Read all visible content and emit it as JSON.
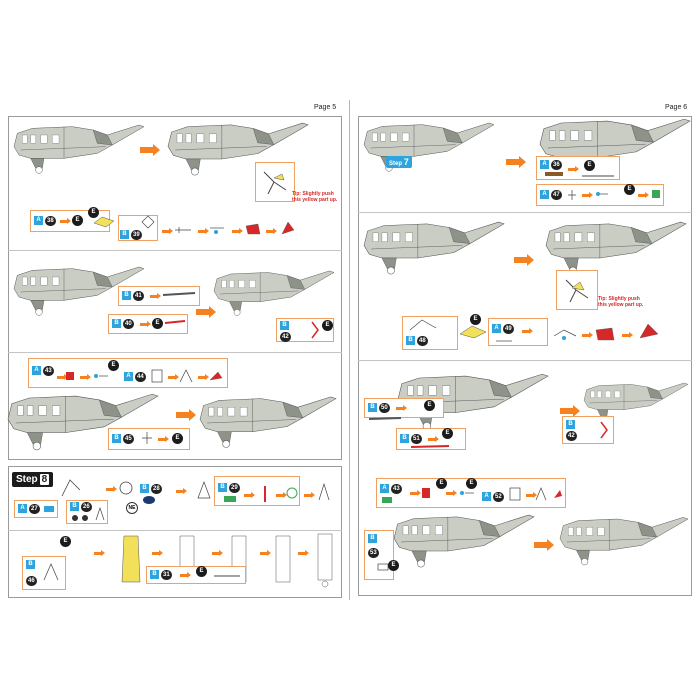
{
  "pages": {
    "left": {
      "label": "Page 5"
    },
    "right": {
      "label": "Page 6"
    }
  },
  "steps": {
    "step8": {
      "word": "Step",
      "number": "8"
    },
    "step7": {
      "word": "Step",
      "number": "7"
    }
  },
  "tips": {
    "page5": "Tip: Slightly push this yellow part up.",
    "page6": "Tip: Slightly push this yellow part up."
  },
  "labels": {
    "sheet_a": "A",
    "sheet_b": "B",
    "e": "E",
    "ne": "NE"
  },
  "parts": {
    "p38": "38",
    "p39": "39",
    "p41": "41",
    "p40": "40",
    "p42": "42",
    "p43": "43",
    "p44": "44",
    "p45": "45",
    "p27": "27",
    "p26": "26",
    "p28": "28",
    "p29": "29",
    "p46": "46",
    "p31": "31",
    "p36": "36",
    "p47": "47",
    "p48": "48",
    "p49": "49",
    "p50": "50",
    "p51": "51",
    "p52": "52",
    "p53": "53"
  },
  "colors": {
    "accent": "#f5821f",
    "sheet_tag": "#2ea3dc",
    "tip_text": "#d62828",
    "heli": "#c9cdc4"
  }
}
